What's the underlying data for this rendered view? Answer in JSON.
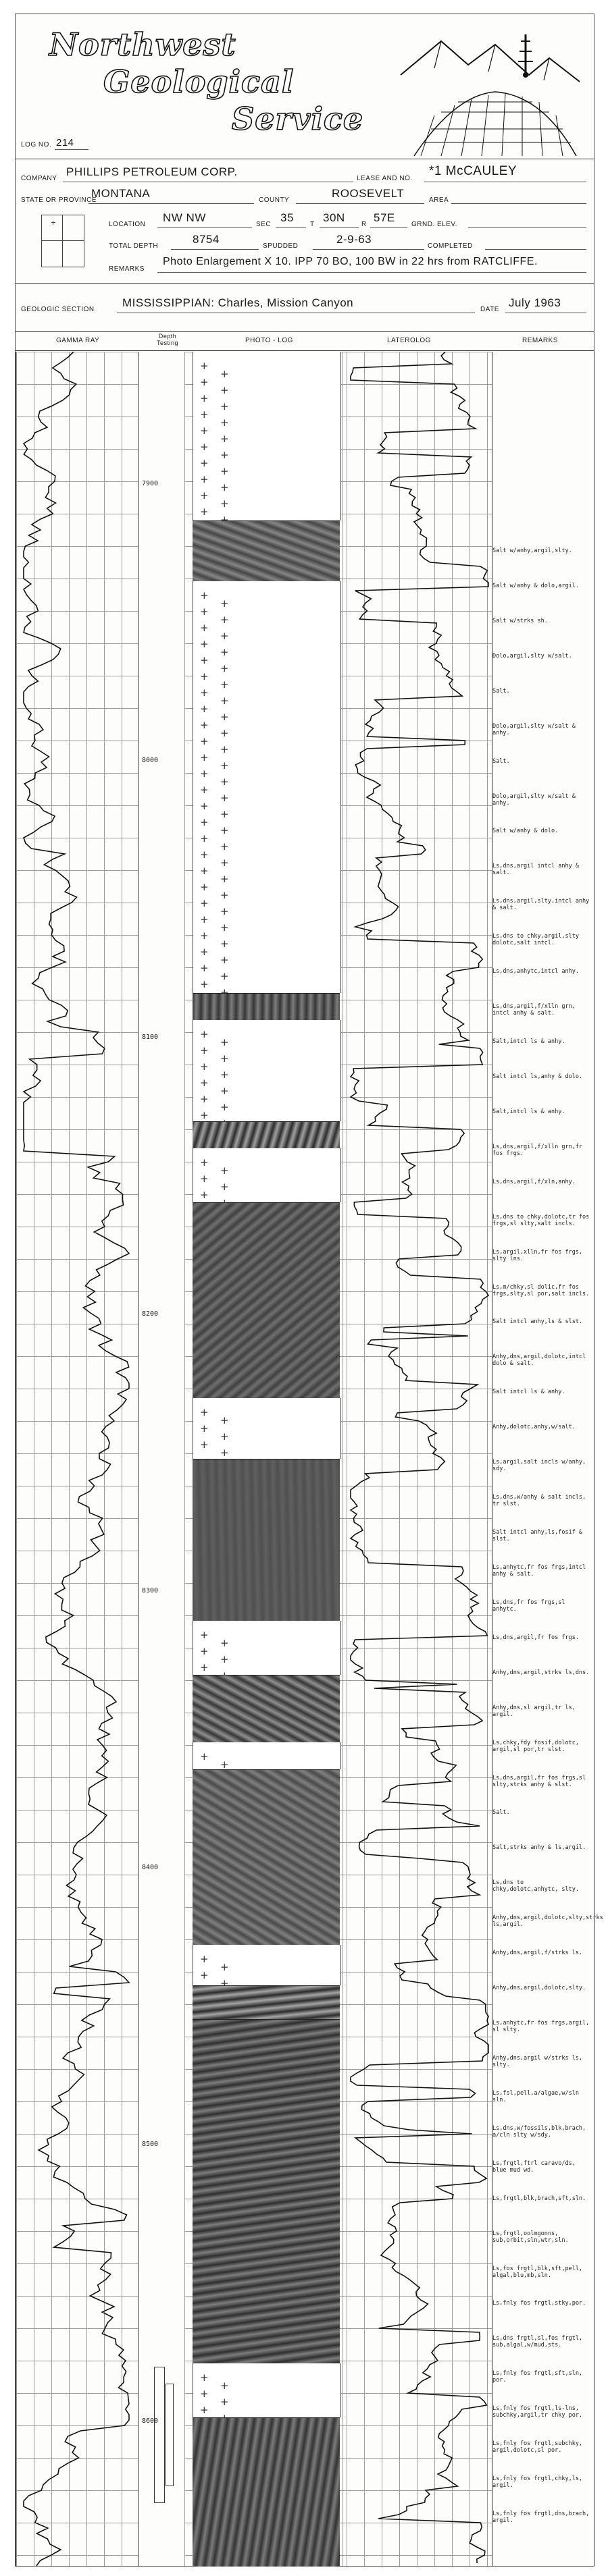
{
  "company_logo": {
    "lines": [
      "Northwest",
      "Geological",
      "Service"
    ]
  },
  "log_no": {
    "label": "LOG NO.",
    "value": "214"
  },
  "fields": {
    "company": {
      "label": "COMPANY",
      "value": "PHILLIPS PETROLEUM CORP."
    },
    "lease": {
      "label": "LEASE AND NO.",
      "value": "*1 McCAULEY"
    },
    "state": {
      "label": "STATE OR PROVINCE",
      "value": "MONTANA"
    },
    "county": {
      "label": "COUNTY",
      "value": "ROOSEVELT"
    },
    "area": {
      "label": "AREA",
      "value": ""
    },
    "location": {
      "label": "LOCATION",
      "value": "NW NW"
    },
    "sec": {
      "label": "SEC",
      "value": "35"
    },
    "t": {
      "label": "T",
      "value": "30N"
    },
    "r": {
      "label": "R",
      "value": "57E"
    },
    "grnd_elev": {
      "label": "GRND. ELEV.",
      "value": ""
    },
    "total_depth": {
      "label": "TOTAL DEPTH",
      "value": "8754"
    },
    "spudded": {
      "label": "SPUDDED",
      "value": "2-9-63"
    },
    "completed": {
      "label": "COMPLETED",
      "value": ""
    },
    "remarks": {
      "label": "REMARKS",
      "value": "Photo Enlargement X 10.   IPP 70 BO, 100 BW in 22 hrs from RATCLIFFE."
    }
  },
  "geologic_section": {
    "label": "GEOLOGIC SECTION",
    "value": "MISSISSIPPIAN: Charles, Mission Canyon"
  },
  "date": {
    "label": "DATE",
    "value": "July 1963"
  },
  "columns": {
    "gamma_ray": "GAMMA RAY",
    "depth_testing": "Depth Testing",
    "photo_log": "PHOTO - LOG",
    "laterolog": "LATEROLOG",
    "remarks": "REMARKS"
  },
  "depth_marks": [
    "7900",
    "8000",
    "8100",
    "8200",
    "8300",
    "8400",
    "8500",
    "8600"
  ],
  "remarks": [
    "Salt w/anhy,argil,slty.",
    "Salt w/anhy & dolo,argil.",
    "Salt w/strks sh.",
    "Dolo,argil,slty w/salt.",
    "Salt.",
    "Dolo,argil,slty w/salt & anhy.",
    "Salt.",
    "Dolo,argil,slty w/salt & anhy.",
    "Salt w/anhy & dolo.",
    "Ls,dns,argil intcl anhy & salt.",
    "Ls,dns,argil,slty,intcl anhy & salt.",
    "Ls,dns to chky,argil,slty dolotc,salt intcl.",
    "Ls,dns,anhytc,intcl anhy.",
    "Ls,dns,argil,f/xlln grn, intcl anhy & salt.",
    "Salt,intcl ls & anhy.",
    "Salt intcl ls,anhy & dolo.",
    "Salt,intcl ls & anhy.",
    "Ls,dns,argil,f/xlln grn,fr fos frgs.",
    "Ls,dns,argil,f/xln,anhy.",
    "Ls,dns to chky,dolotc,tr fos frgs,sl slty,salt incls.",
    "Ls,argil,xlln,fr fos frgs, slty lns.",
    "Ls,m/chky,sl dolic,fr fos frgs,slty,sl por,salt incls.",
    "Salt intcl anhy,ls & slst.",
    "Anhy,dns,argil,dolotc,intcl dolo & salt.",
    "Salt intcl ls & anhy.",
    "Anhy,dolotc,anhy,w/salt.",
    "Ls,argil,salt incls w/anhy, sdy.",
    "Ls,dns,w/anhy & salt incls, tr slst.",
    "Salt intcl anhy,ls,fosif & slst.",
    "Ls,anhytc,fr fos frgs,intcl anhy & salt.",
    "Ls,dns,fr fos frgs,sl anhytc.",
    "Ls,dns,argil,fr fos frgs.",
    "Anhy,dns,argil,strks ls,dns.",
    "Anhy,dns,sl argil,tr ls, argil.",
    "Ls,chky,fdy fosif,dolotc, argil,sl por,tr slst.",
    "Ls,dns,argil,fr fos frgs,sl slty,strks anhy & slst.",
    "Salt.",
    "Salt,strks anhy & ls,argil.",
    "Ls,dns to chky,dolotc,anhytc, slty.",
    "Anhy,dns,argil,dolotc,slty,strks ls,argil.",
    "Anhy,dns,argil,f/strks ls.",
    "Anhy,dns,argil,dolotc,slty.",
    "Ls,anhytc,fr fos frgs,argil, sl slty.",
    "Anhy,dns,argil w/strks ls, slty.",
    "Ls,fsl,pell,a/algae,w/sln sln.",
    "Ls,dns,w/fossils,blk,brach, a/cln slty w/sdy.",
    "Ls,frgtl,ftrl caravo/ds, blue mud wd.",
    "Ls,frgtl,blk,brach,sft,sln.",
    "Ls,frgtl,oolmgonns, sub,orbit,sln,wtr,sln.",
    "Ls,fos frgtl,blk,sft,pell, algal,blu,mb,sln.",
    "Ls,fnly fos frgtl,stky,por.",
    "Ls,dns frgtl,sl,fos frgtl, sub,algal,w/mud,sts.",
    "Ls,fnly fos frgtl,sft,sln, por.",
    "Ls,fnly fos frgtl,ls-lns, subchky,argil,tr chky por.",
    "Ls,fnly fos frgtl,subchky, argil,dolotc,sl por.",
    "Ls,fnly fos frgtl,chky,ls, argil.",
    "Ls,fnly fos frgtl,dns,brach, argil."
  ],
  "colors": {
    "ink": "#1a1a1a",
    "grid": "#9a9a9a",
    "paper": "#fdfdfb"
  }
}
